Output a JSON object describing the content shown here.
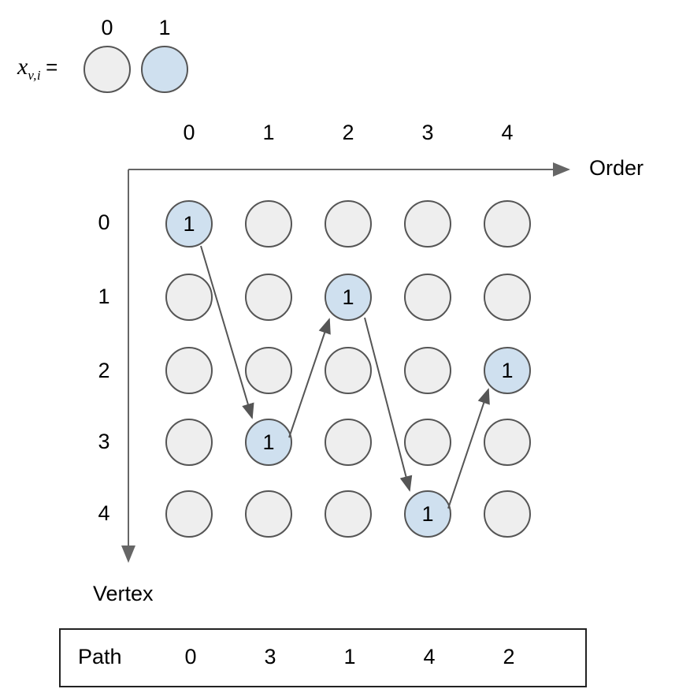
{
  "legend": {
    "formula_base": "x",
    "formula_sub": "v,i",
    "formula_eq": "=",
    "items": [
      {
        "caption": "0",
        "state": "zero",
        "value": ""
      },
      {
        "caption": "1",
        "state": "one",
        "value": ""
      }
    ]
  },
  "axes": {
    "x_label": "Order",
    "y_label": "Vertex"
  },
  "grid": {
    "col_headers": [
      "0",
      "1",
      "2",
      "3",
      "4"
    ],
    "row_headers": [
      "0",
      "1",
      "2",
      "3",
      "4"
    ],
    "cell_on_value": "1",
    "cell_off_value": "",
    "matrix": [
      [
        1,
        0,
        0,
        0,
        0
      ],
      [
        0,
        0,
        1,
        0,
        0
      ],
      [
        0,
        0,
        0,
        0,
        1
      ],
      [
        0,
        1,
        0,
        0,
        0
      ],
      [
        0,
        0,
        0,
        1,
        0
      ]
    ]
  },
  "arrows": [
    {
      "from_order": 0,
      "from_vertex": 0,
      "to_order": 1,
      "to_vertex": 3
    },
    {
      "from_order": 1,
      "from_vertex": 3,
      "to_order": 2,
      "to_vertex": 1
    },
    {
      "from_order": 2,
      "from_vertex": 1,
      "to_order": 3,
      "to_vertex": 4
    },
    {
      "from_order": 3,
      "from_vertex": 4,
      "to_order": 4,
      "to_vertex": 2
    }
  ],
  "path": {
    "label": "Path",
    "sequence": [
      "0",
      "3",
      "1",
      "4",
      "2"
    ]
  },
  "colors": {
    "circle_on": "#cfe0ef",
    "circle_off": "#eeeeee",
    "circle_border": "#555555",
    "axis_line": "#666666",
    "arrow_line": "#555555",
    "box_border": "#222222",
    "text": "#000000",
    "background": "#ffffff"
  }
}
